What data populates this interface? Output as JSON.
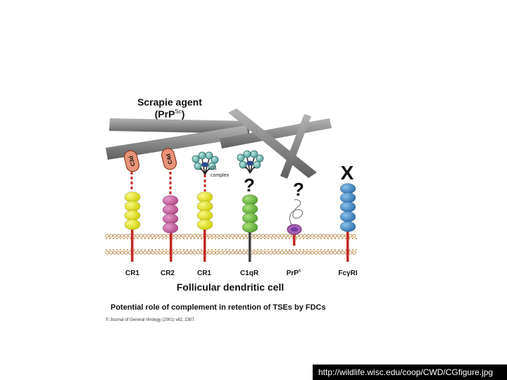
{
  "figure": {
    "title_line1": "Scrapie agent",
    "title_line2_prefix": "(PrP",
    "title_line2_sup": "Sc",
    "title_line2_suffix": ")",
    "c3d_label": "C3d",
    "c4d_label": "C4d",
    "c1_complex_line1": "C1",
    "c1_complex_line2": "complex",
    "unknown_mark_1": "?",
    "unknown_mark_2": "?",
    "blocked_mark": "X",
    "receptors": [
      {
        "label": "CR1"
      },
      {
        "label": "CR2"
      },
      {
        "label": "CR1"
      },
      {
        "label": "C1qR"
      },
      {
        "label": "PrP",
        "sup": "c"
      },
      {
        "label": "FcγRI"
      }
    ],
    "cell_label": "Follicular dendritic cell",
    "caption": "Potential role of complement in retention of TSEs by FDCs",
    "copyright": "© Journal of General Virology (2001) v82, 2307."
  },
  "colors": {
    "rod": "#8c8c8c",
    "yellow": "#e4e415",
    "magenta": "#c95fa0",
    "green": "#73c03c",
    "blue": "#3f8fca",
    "red": "#d0302a",
    "teal": "#6ab8b0",
    "c3d_fill": "#e89478"
  },
  "footer": {
    "url": "http://wildlife.wisc.edu/coop/CWD/CGfigure.jpg"
  }
}
